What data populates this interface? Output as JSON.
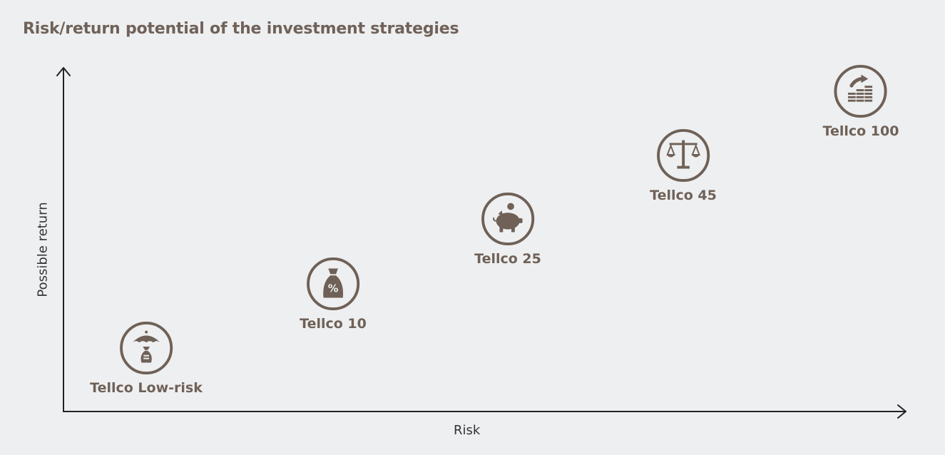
{
  "title": "Risk/return potential of the investment strategies",
  "axes": {
    "x_label": "Risk",
    "y_label": "Possible return"
  },
  "colors": {
    "background": "#eeeff1",
    "icon": "#6f6157",
    "title": "#706259",
    "axis": "#222222"
  },
  "strategies": [
    {
      "label": "Tellco Low-risk",
      "icon": "umbrella-moneybag-icon"
    },
    {
      "label": "Tellco 10",
      "icon": "percent-moneybag-icon"
    },
    {
      "label": "Tellco 25",
      "icon": "piggy-bank-icon"
    },
    {
      "label": "Tellco 45",
      "icon": "balance-scale-icon"
    },
    {
      "label": "Tellco 100",
      "icon": "growth-coins-icon"
    }
  ]
}
